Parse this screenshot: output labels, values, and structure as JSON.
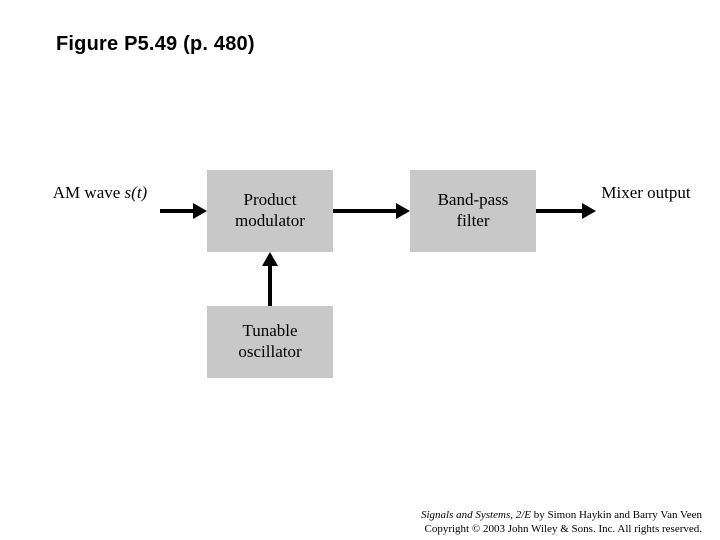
{
  "slide": {
    "title": "Figure P5.49  (p. 480)",
    "background_color": "#ffffff",
    "block_fill_color": "#c8c8c8"
  },
  "diagram": {
    "type": "block-diagram",
    "input_label": {
      "line1": "AM wave",
      "line2_prefix": "s",
      "line2_suffix": "(t)"
    },
    "blocks": [
      {
        "id": "product-modulator",
        "line1": "Product",
        "line2": "modulator"
      },
      {
        "id": "band-pass-filter",
        "line1": "Band-pass",
        "line2": "filter"
      },
      {
        "id": "tunable-oscillator",
        "line1": "Tunable",
        "line2": "oscillator"
      }
    ],
    "output_label": {
      "line1": "Mixer",
      "line2": "output"
    },
    "connections": [
      {
        "from": "input-label",
        "to": "product-modulator",
        "direction": "right"
      },
      {
        "from": "product-modulator",
        "to": "band-pass-filter",
        "direction": "right"
      },
      {
        "from": "band-pass-filter",
        "to": "output-label",
        "direction": "right"
      },
      {
        "from": "tunable-oscillator",
        "to": "product-modulator",
        "direction": "up"
      }
    ]
  },
  "credit": {
    "line1_italic": "Signals and Systems, 2/E",
    "line1_rest": " by Simon Haykin and Barry Van Veen",
    "line2": "Copyright © 2003 John Wiley & Sons. Inc. All rights reserved."
  }
}
